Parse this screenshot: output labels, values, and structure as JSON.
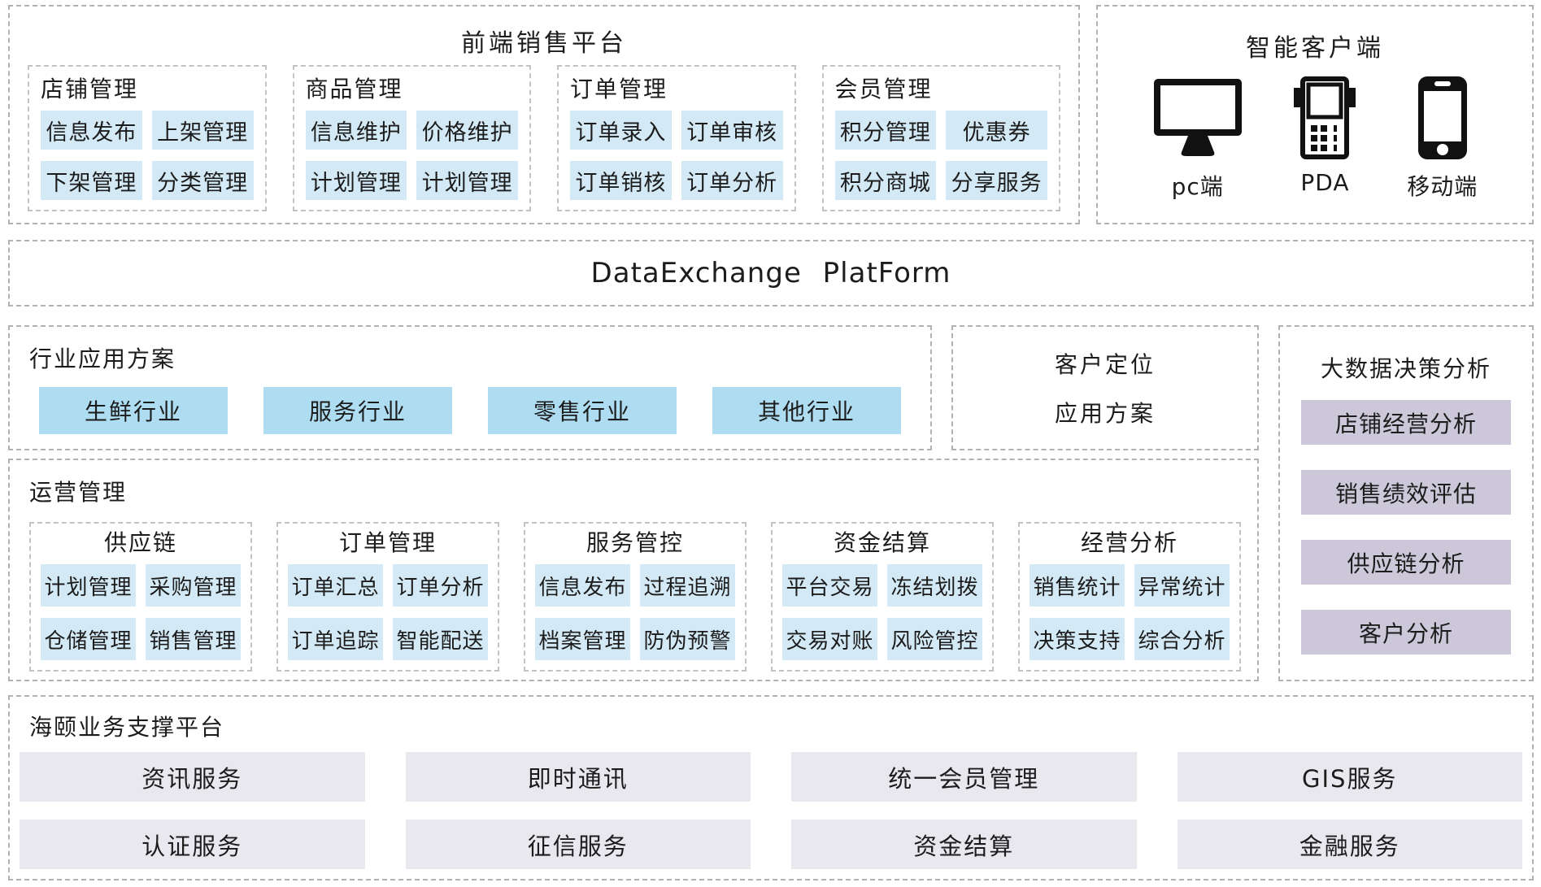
{
  "colors": {
    "module_chip_blue": "#d3e9f5",
    "industry_chip_blue": "#aeddf2",
    "analysis_chip_lavender": "#ccc8d9",
    "support_chip_grey": "#eae8ef",
    "dashed_border_grey": "#b2b2b2",
    "text": "#1c1c1c",
    "icon_black": "#111111"
  },
  "frontend_platform": {
    "title": "前端销售平台",
    "groups": [
      {
        "title": "店铺管理",
        "items": [
          "信息发布",
          "上架管理",
          "下架管理",
          "分类管理"
        ]
      },
      {
        "title": "商品管理",
        "items": [
          "信息维护",
          "价格维护",
          "计划管理",
          "计划管理"
        ]
      },
      {
        "title": "订单管理",
        "items": [
          "订单录入",
          "订单审核",
          "订单销核",
          "订单分析"
        ]
      },
      {
        "title": "会员管理",
        "items": [
          "积分管理",
          "优惠券",
          "积分商城",
          "分享服务"
        ]
      }
    ]
  },
  "smart_client": {
    "title": "智能客户端",
    "devices": [
      {
        "label": "pc端",
        "icon": "desktop-monitor-icon"
      },
      {
        "label": "PDA",
        "icon": "pda-handheld-icon"
      },
      {
        "label": "移动端",
        "icon": "mobile-phone-icon"
      }
    ]
  },
  "data_exchange_platform": {
    "title": "DataExchange PlatForm"
  },
  "industry_solutions": {
    "title": "行业应用方案",
    "items": [
      "生鲜行业",
      "服务行业",
      "零售行业",
      "其他行业"
    ]
  },
  "customer_positioning": {
    "line1": "客户定位",
    "line2": "应用方案"
  },
  "big_data_analysis": {
    "title": "大数据决策分析",
    "items": [
      "店铺经营分析",
      "销售绩效评估",
      "供应链分析",
      "客户分析"
    ]
  },
  "operations_management": {
    "title": "运营管理",
    "groups": [
      {
        "title": "供应链",
        "items": [
          "计划管理",
          "采购管理",
          "仓储管理",
          "销售管理"
        ]
      },
      {
        "title": "订单管理",
        "items": [
          "订单汇总",
          "订单分析",
          "订单追踪",
          "智能配送"
        ]
      },
      {
        "title": "服务管控",
        "items": [
          "信息发布",
          "过程追溯",
          "档案管理",
          "防伪预警"
        ]
      },
      {
        "title": "资金结算",
        "items": [
          "平台交易",
          "冻结划拨",
          "交易对账",
          "风险管控"
        ]
      },
      {
        "title": "经营分析",
        "items": [
          "销售统计",
          "异常统计",
          "决策支持",
          "综合分析"
        ]
      }
    ]
  },
  "support_platform": {
    "title": "海颐业务支撑平台",
    "services": [
      "资讯服务",
      "即时通讯",
      "统一会员管理",
      "GIS服务",
      "认证服务",
      "征信服务",
      "资金结算",
      "金融服务"
    ]
  }
}
